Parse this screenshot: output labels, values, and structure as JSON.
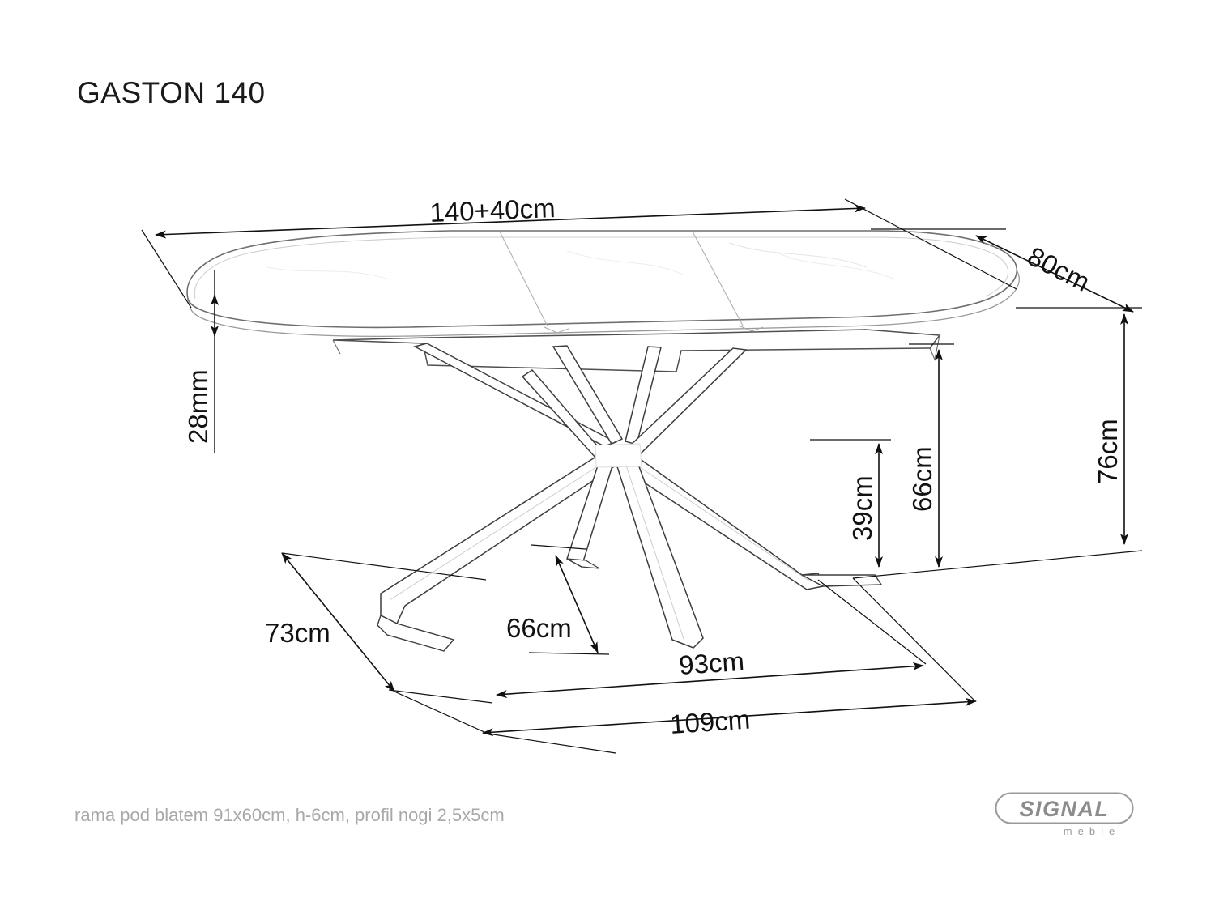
{
  "document": {
    "title": "GASTON 140",
    "caption": "rama pod blatem 91x60cm, h-6cm, profil nogi 2,5x5cm",
    "background_color": "#ffffff",
    "line_color": "#111111",
    "caption_color": "#a8a8a8"
  },
  "brand": {
    "name": "SIGNAL",
    "subtitle": "meble",
    "color": "#8c8c8c"
  },
  "dimensions": {
    "top_width": "140+40cm",
    "depth": "80cm",
    "top_thickness": "28mm",
    "total_height": "76cm",
    "under_top_height": "66cm",
    "lower_height": "39cm",
    "base_depth": "73cm",
    "base_center_width": "66cm",
    "base_inner_width": "93cm",
    "base_outer_width": "109cm"
  },
  "chart_data": {
    "type": "table",
    "title": "GASTON 140",
    "categories": [
      "140+40cm",
      "80cm",
      "28mm",
      "76cm",
      "66cm",
      "39cm",
      "73cm",
      "66cm",
      "93cm",
      "109cm"
    ],
    "values": [
      180,
      80,
      2.8,
      76,
      66,
      39,
      73,
      66,
      93,
      109
    ],
    "xlabel": "",
    "ylabel": "cm"
  }
}
